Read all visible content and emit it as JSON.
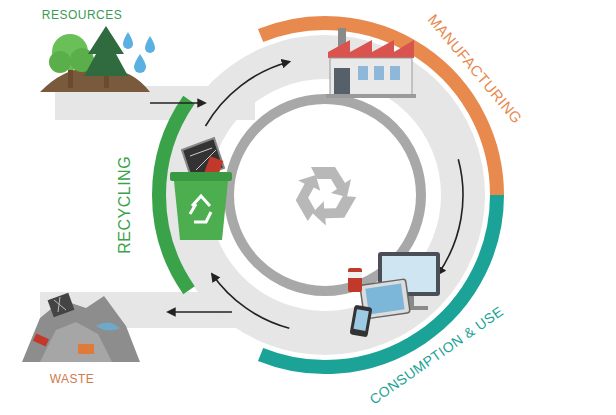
{
  "diagram": {
    "labels": [
      "RESOURCES",
      "MANUFACTURING",
      "RECYCLING",
      "CONSUMPTION & USE",
      "WASTE"
    ]
  }
}
